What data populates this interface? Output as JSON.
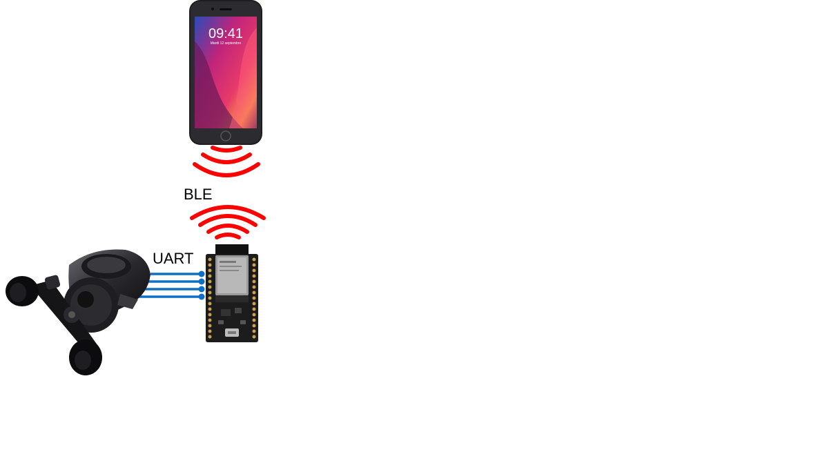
{
  "phone": {
    "time": "09:41",
    "date": "Mardi 12 septembre"
  },
  "labels": {
    "ble": "BLE",
    "uart": "UART"
  },
  "colors": {
    "signal": "#ff0000",
    "uart_lines": "#0f6fc6",
    "board": "#1c1c1c"
  }
}
